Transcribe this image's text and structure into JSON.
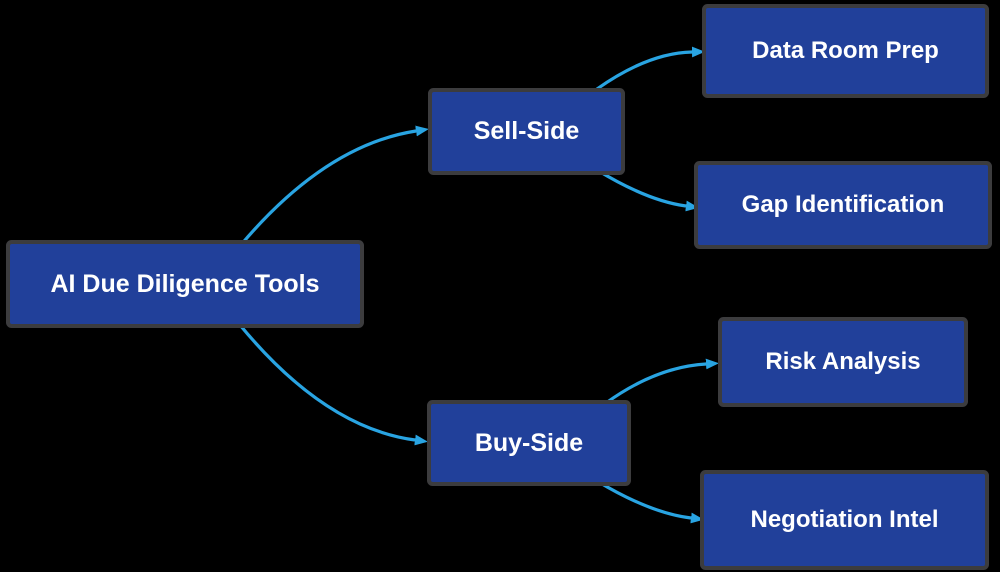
{
  "diagram": {
    "root": {
      "label": "AI Due Diligence Tools"
    },
    "branches": [
      {
        "label": "Sell-Side",
        "children": [
          {
            "label": "Data Room Prep"
          },
          {
            "label": "Gap Identification"
          }
        ]
      },
      {
        "label": "Buy-Side",
        "children": [
          {
            "label": "Risk Analysis"
          },
          {
            "label": "Negotiation Intel"
          }
        ]
      }
    ]
  },
  "colors": {
    "background": "#000000",
    "node_fill": "#21409a",
    "node_outline": "#3c3c3e",
    "connector": "#29a4e2",
    "label_text": "#ffffff"
  }
}
